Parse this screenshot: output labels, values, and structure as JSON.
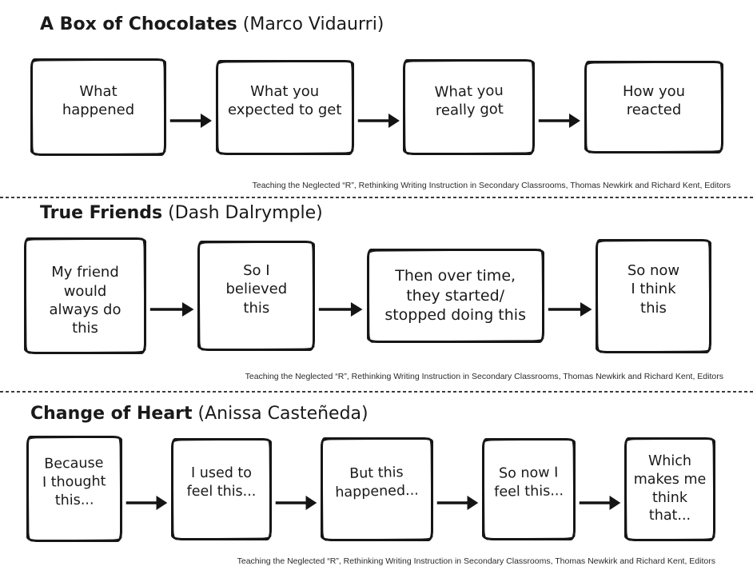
{
  "page": {
    "background_color": "#ffffff",
    "ink_color": "#1a1a1a",
    "divider_color": "#3c3c3c"
  },
  "citation_text": "Teaching the Neglected “R”, Rethinking Writing Instruction in Secondary Classrooms, Thomas Newkirk and Richard Kent, Editors",
  "sections": [
    {
      "title": "A Box of Chocolates",
      "author": "(Marco Vidaurri)",
      "boxes": [
        {
          "lines": [
            "What",
            "happened"
          ]
        },
        {
          "lines": [
            "What you",
            "expected to get"
          ]
        },
        {
          "lines": [
            "What you",
            "really got"
          ]
        },
        {
          "lines": [
            "How you",
            "reacted"
          ]
        }
      ]
    },
    {
      "title": "True Friends",
      "author": "(Dash Dalrymple)",
      "boxes": [
        {
          "lines": [
            "My friend",
            "would",
            "always do",
            "this"
          ]
        },
        {
          "lines": [
            "So I",
            "believed",
            "this"
          ]
        },
        {
          "lines": [
            "Then over time,",
            "they started/",
            "stopped doing this"
          ]
        },
        {
          "lines": [
            "So now",
            "I think",
            "this"
          ]
        }
      ]
    },
    {
      "title": "Change of Heart",
      "author": "(Anissa Casteñeda)",
      "boxes": [
        {
          "lines": [
            "Because",
            "I thought",
            "this..."
          ]
        },
        {
          "lines": [
            "I used to",
            "feel this..."
          ]
        },
        {
          "lines": [
            "But this",
            "happened..."
          ]
        },
        {
          "lines": [
            "So now I",
            "feel this..."
          ]
        },
        {
          "lines": [
            "Which",
            "makes me",
            "think",
            "that..."
          ]
        }
      ]
    }
  ]
}
